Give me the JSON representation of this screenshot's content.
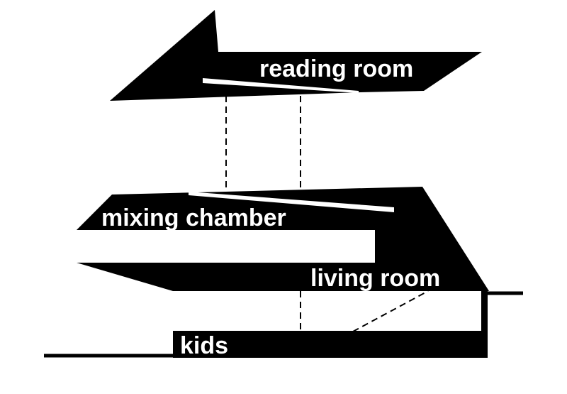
{
  "diagram": {
    "labels": {
      "reading_room": "reading room",
      "mixing_chamber": "mixing chamber",
      "living_room": "living room",
      "kids": "kids"
    },
    "colors": {
      "fill": "#000000",
      "background": "#ffffff",
      "text": "#ffffff"
    }
  }
}
